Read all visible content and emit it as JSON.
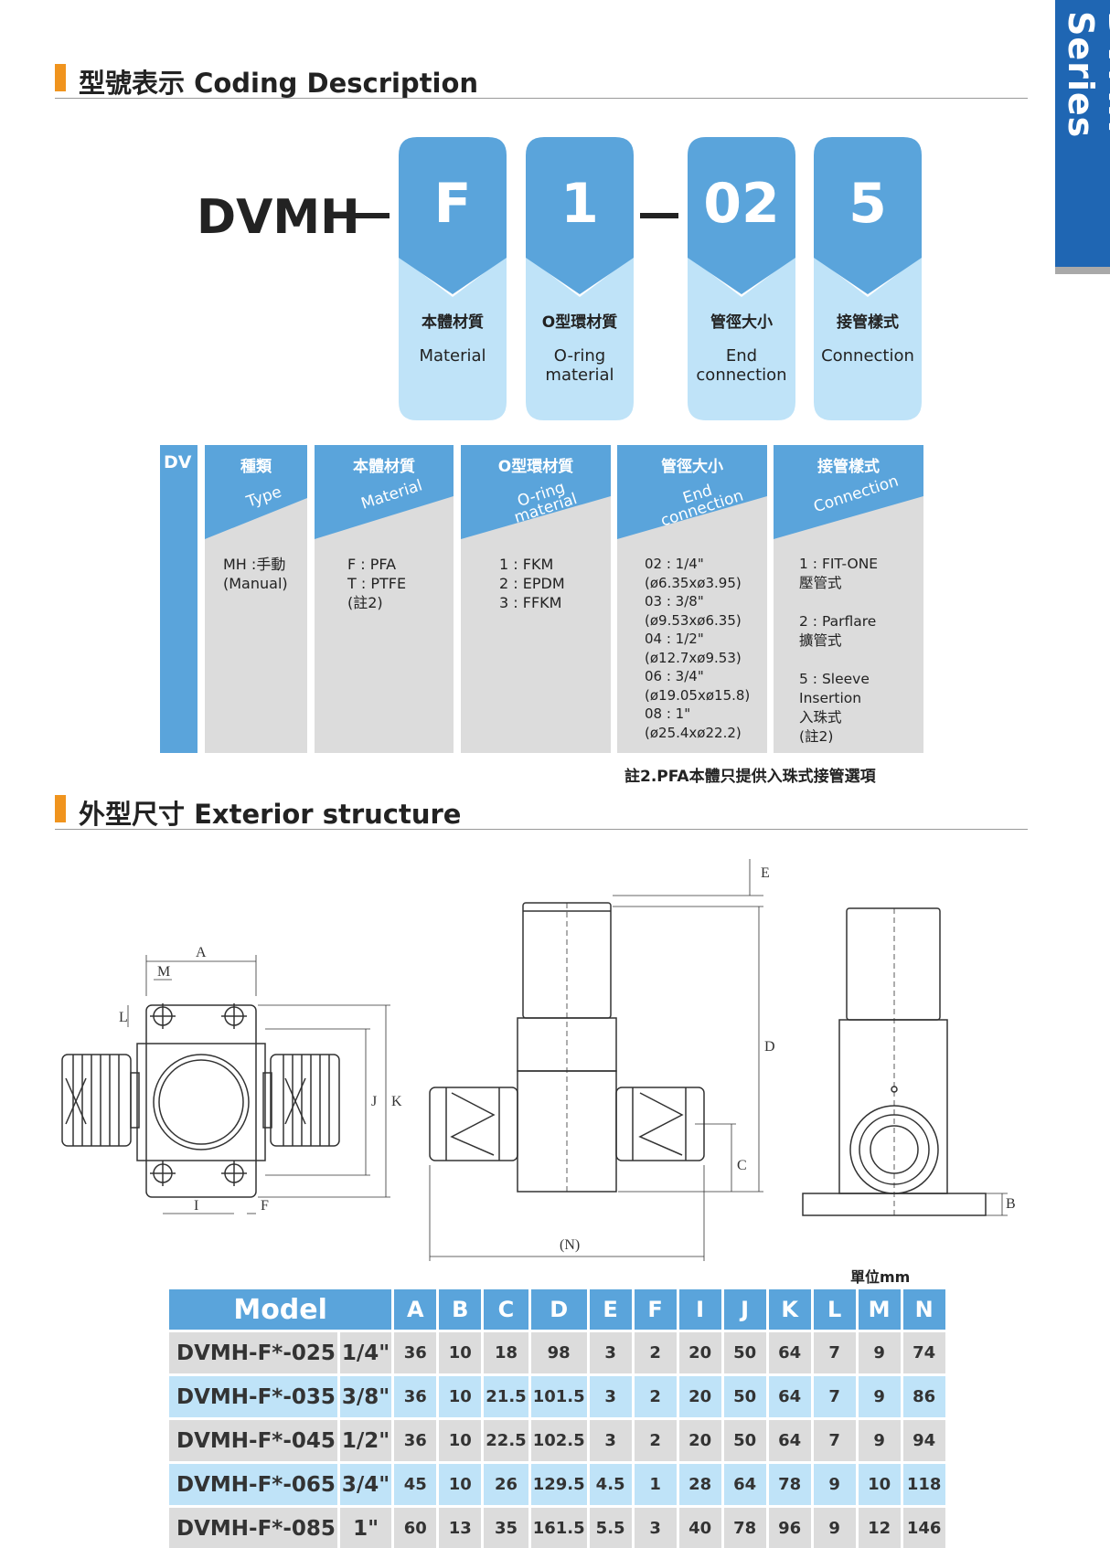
{
  "side_tab": "DVMH Series",
  "coding_title": "型號表示 Coding Description",
  "code": {
    "prefix": "DVMH",
    "segments": [
      {
        "letter": "F",
        "zh": "本體材質",
        "en": "Material"
      },
      {
        "letter": "1",
        "zh": "O型環材質",
        "en": "O-ring\nmaterial"
      },
      {
        "letter": "02",
        "zh": "管徑大小",
        "en": "End\nconnection"
      },
      {
        "letter": "5",
        "zh": "接管樣式",
        "en": "Connection"
      }
    ]
  },
  "spec": {
    "dv_label": "DV",
    "columns": [
      {
        "zh": "種類",
        "en": "Type",
        "body": "MH :手動\n(Manual)"
      },
      {
        "zh": "本體材質",
        "en": "Material",
        "body": "F : PFA\nT : PTFE\n(註2)"
      },
      {
        "zh": "O型環材質",
        "en": "O-ring\nmaterial",
        "body": "1 : FKM\n2 : EPDM\n3 : FFKM"
      },
      {
        "zh": "管徑大小",
        "en": "End\nconnection",
        "body": "02 : 1/4\"\n(ø6.35xø3.95)\n03 : 3/8\"\n(ø9.53xø6.35)\n04 : 1/2\"\n(ø12.7xø9.53)\n06 : 3/4\"\n(ø19.05xø15.8)\n08 : 1\"\n(ø25.4xø22.2)"
      },
      {
        "zh": "接管樣式",
        "en": "Connection",
        "body": "1 : FIT-ONE\n壓管式\n\n2 : Parflare\n擴管式\n\n5 : Sleeve\nInsertion\n入珠式\n(註2)"
      }
    ],
    "note": "註2.PFA本體只提供入珠式接管選項"
  },
  "exterior_title": "外型尺寸 Exterior structure",
  "drawing_labels": {
    "A": "A",
    "M": "M",
    "L": "L",
    "J": "J",
    "K": "K",
    "I": "I",
    "F": "F",
    "E": "E",
    "D": "D",
    "C": "C",
    "N": "(N)",
    "B": "B"
  },
  "unit": "單位mm",
  "table": {
    "headers": [
      "Model",
      "A",
      "B",
      "C",
      "D",
      "E",
      "F",
      "I",
      "J",
      "K",
      "L",
      "M",
      "N"
    ],
    "rows": [
      {
        "model": "DVMH-F*-025",
        "size": "1/4\"",
        "vals": [
          "36",
          "10",
          "18",
          "98",
          "3",
          "2",
          "20",
          "50",
          "64",
          "7",
          "9",
          "74"
        ]
      },
      {
        "model": "DVMH-F*-035",
        "size": "3/8\"",
        "vals": [
          "36",
          "10",
          "21.5",
          "101.5",
          "3",
          "2",
          "20",
          "50",
          "64",
          "7",
          "9",
          "86"
        ]
      },
      {
        "model": "DVMH-F*-045",
        "size": "1/2\"",
        "vals": [
          "36",
          "10",
          "22.5",
          "102.5",
          "3",
          "2",
          "20",
          "50",
          "64",
          "7",
          "9",
          "94"
        ]
      },
      {
        "model": "DVMH-F*-065",
        "size": "3/4\"",
        "vals": [
          "45",
          "10",
          "26",
          "129.5",
          "4.5",
          "1",
          "28",
          "64",
          "78",
          "9",
          "10",
          "118"
        ]
      },
      {
        "model": "DVMH-F*-085",
        "size": "1\"",
        "vals": [
          "60",
          "13",
          "35",
          "161.5",
          "5.5",
          "3",
          "40",
          "78",
          "96",
          "9",
          "12",
          "146"
        ]
      }
    ]
  },
  "colors": {
    "accent": "#5aa4db",
    "light": "#bfe3f8",
    "tab": "#1f66b3",
    "orange": "#f0941e",
    "gray": "#dcdcdc"
  }
}
